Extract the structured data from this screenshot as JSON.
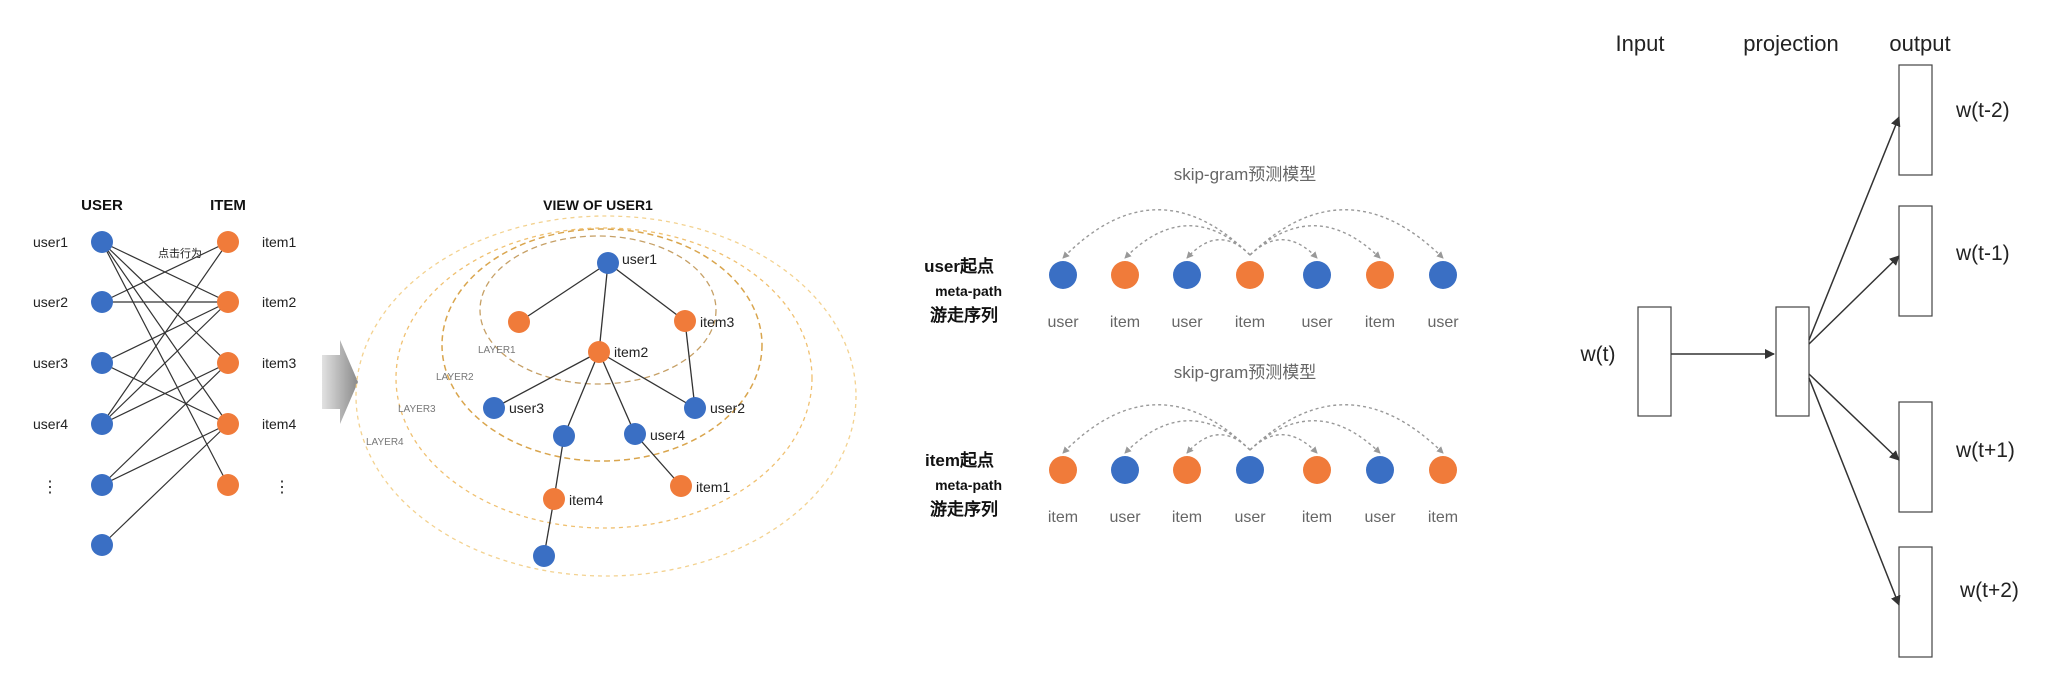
{
  "bipartite": {
    "user_header": "USER",
    "item_header": "ITEM",
    "edge_label": "点击行为",
    "users": [
      "user1",
      "user2",
      "user3",
      "user4"
    ],
    "items": [
      "item1",
      "item2",
      "item3",
      "item4"
    ],
    "ellipsis": "⋮"
  },
  "user_view": {
    "title": "VIEW OF USER1",
    "layers": [
      "LAYER1",
      "LAYER2",
      "LAYER3",
      "LAYER4"
    ],
    "node_labels": {
      "user1": "user1",
      "item2": "item2",
      "item3": "item3",
      "user3": "user3",
      "user2": "user2",
      "user4": "user4",
      "item1": "item1",
      "item4": "item4"
    }
  },
  "skipgram": {
    "title": "skip-gram预测模型",
    "row1": {
      "start_label": "user起点",
      "path_label": "meta-path",
      "walk_label": "游走序列",
      "tokens": [
        "user",
        "item",
        "user",
        "item",
        "user",
        "item",
        "user"
      ]
    },
    "row2": {
      "start_label": "item起点",
      "path_label": "meta-path",
      "walk_label": "游走序列",
      "tokens": [
        "item",
        "user",
        "item",
        "user",
        "item",
        "user",
        "item"
      ]
    }
  },
  "network": {
    "col_input": "Input",
    "col_projection": "projection",
    "col_output": "output",
    "input_label": "w(t)",
    "outputs": [
      "w(t-2)",
      "w(t-1)",
      "w(t+1)",
      "w(t+2)"
    ]
  },
  "colors": {
    "user": "#3a6fc4",
    "item": "#f07b3a",
    "layer_ring": "#e9b25a",
    "edge": "#333333",
    "dashed_arrow": "#999999"
  }
}
